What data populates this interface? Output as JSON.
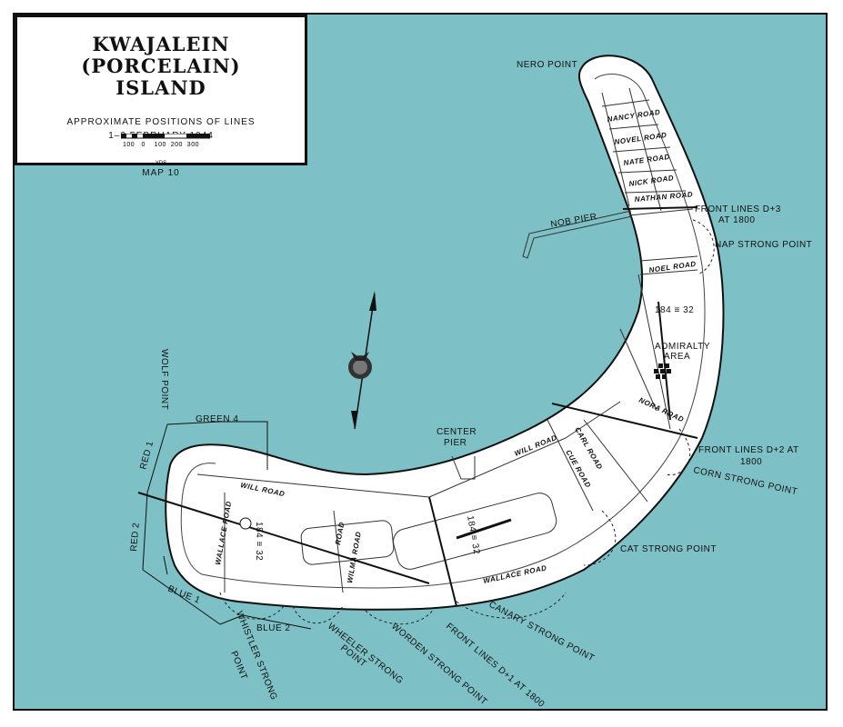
{
  "title": {
    "line1": "KWAJALEIN (PORCELAIN)",
    "line2": "ISLAND",
    "subtitle": "APPROXIMATE POSITIONS OF LINES",
    "date": "1–3 FEBRUARY 1944",
    "scale_ticks": "100   0    100  200  300",
    "scale_unit": "YDS",
    "map_number": "MAP 10"
  },
  "labels": {
    "nero_point": "NERO POINT",
    "nancy_road": "NANCY ROAD",
    "novel_road": "NOVEL ROAD",
    "nate_road": "NATE ROAD",
    "nick_road": "NICK ROAD",
    "nathan_road": "NATHAN ROAD",
    "nob_pier": "NOB PIER",
    "front_d3_a": "FRONT LINES D+3",
    "front_d3_b": "AT 1800",
    "nap_strong": "NAP STRONG POINT",
    "noel_road": "NOEL ROAD",
    "unit_184_32_a": "184 ≡ 32",
    "admiralty_a": "ADMIRALTY",
    "admiralty_b": "AREA",
    "norah_road": "NORA ROAD",
    "center_pier_a": "CENTER",
    "center_pier_b": "PIER",
    "will_road_e": "WILL ROAD",
    "carl_road": "CARL ROAD",
    "cue_road": "CUE ROAD",
    "front_d2_a": "FRONT LINES D+2 AT",
    "front_d2_b": "1800",
    "corn_strong": "CORN STRONG POINT",
    "cat_strong": "CAT STRONG POINT",
    "wallace_road_e": "WALLACE ROAD",
    "canary_strong": "CANARY STRONG POINT",
    "front_d1": "FRONT LINES D+1 AT 1800",
    "worden_strong": "WORDEN STRONG POINT",
    "wheeler_strong_a": "WHEELER STRONG",
    "wheeler_strong_b": "POINT",
    "whistler_strong_a": "WHISTLER STRONG",
    "whistler_strong_b": "POINT",
    "blue_1": "BLUE 1",
    "blue_2": "BLUE 2",
    "red_1": "RED 1",
    "red_2": "RED 2",
    "green_4": "GREEN 4",
    "wolf_point": "WOLF POINT",
    "will_road_w": "WILL ROAD",
    "wallace_road_w": "WALLACE ROAD",
    "wilma_road": "WILMA ROAD",
    "road_w": "ROAD",
    "unit_184_32_b": "184 ≡ 32",
    "unit_184_32_c": "184 ≡ 32"
  },
  "colors": {
    "water": "#7dc0c6",
    "land": "#ffffff",
    "ink": "#111111"
  },
  "icons": {
    "north_arrow": "north-arrow-icon",
    "emblem": "marine-corps-emblem-icon"
  }
}
